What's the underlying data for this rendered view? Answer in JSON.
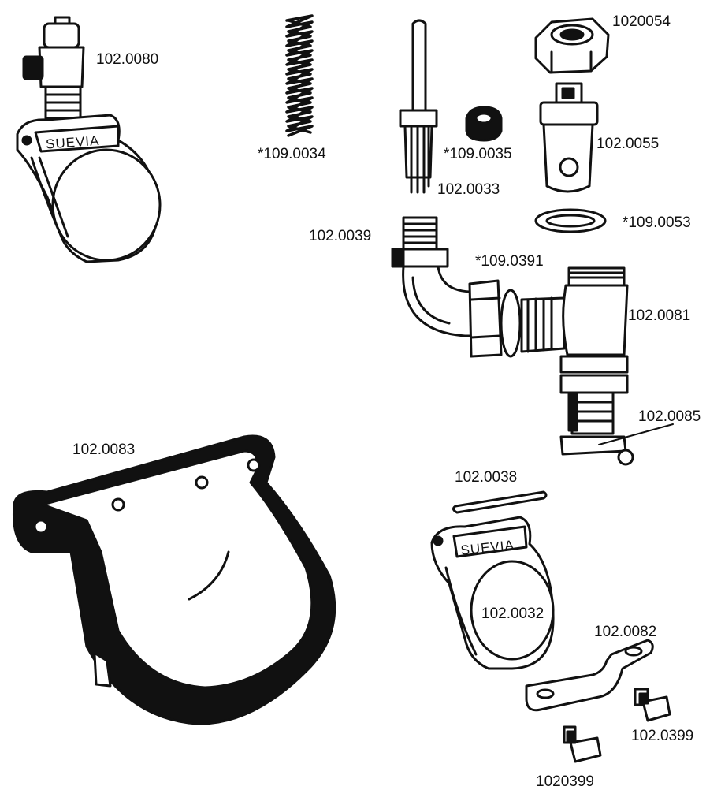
{
  "parts": {
    "valve_bowl_assembly": {
      "label": "102.0080",
      "brand": "SUEVIA"
    },
    "spring": {
      "label": "*109.0034"
    },
    "pin": {
      "label": "102.0033"
    },
    "small_seal": {
      "label": "*109.0035"
    },
    "nut": {
      "label": "1020054"
    },
    "valve_body": {
      "label": "102.0055"
    },
    "washer_ring": {
      "label": "*109.0053"
    },
    "elbow_fitting": {
      "label": "102.0039"
    },
    "gasket": {
      "label": "*109.0391"
    },
    "tee_fitting": {
      "label": "102.0081"
    },
    "lock_nut": {
      "label": "102.0085"
    },
    "large_bowl": {
      "label": "102.0083"
    },
    "rod": {
      "label": "102.0038"
    },
    "lid": {
      "label": "102.0032",
      "brand": "SUEVIA"
    },
    "bracket": {
      "label": "102.0082"
    },
    "bolt_right": {
      "label": "102.0399"
    },
    "bolt_bottom": {
      "label": "1020399"
    }
  }
}
